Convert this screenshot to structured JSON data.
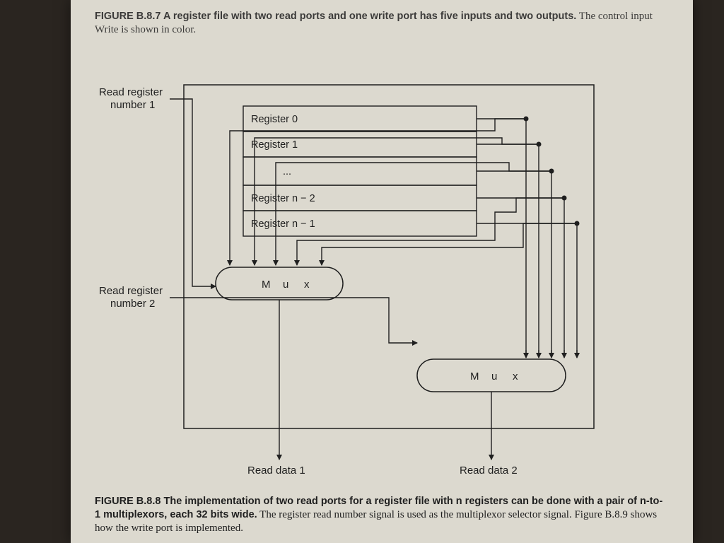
{
  "figure_top": {
    "lead": "FIGURE B.8.7 A register file with two read ports and one write port has five inputs and two outputs.",
    "text": "The control input Write is shown in color."
  },
  "diagram": {
    "read_register_1": [
      "Read register",
      "number 1"
    ],
    "read_register_2": [
      "Read register",
      "number 2"
    ],
    "registers": [
      "Register 0",
      "Register 1",
      "...",
      "Register n − 2",
      "Register n − 1"
    ],
    "mux_letters": [
      "M",
      "u",
      "x"
    ],
    "read_data_1": "Read data 1",
    "read_data_2": "Read data 2"
  },
  "figure_bottom": {
    "lead": "FIGURE B.8.8 The implementation of two read ports for a register file with n registers can be done with a pair of n-to-1 multiplexors, each 32 bits wide.",
    "text": "The register read number signal is used as the multiplexor selector signal. Figure B.8.9 shows how the write port is implemented."
  }
}
